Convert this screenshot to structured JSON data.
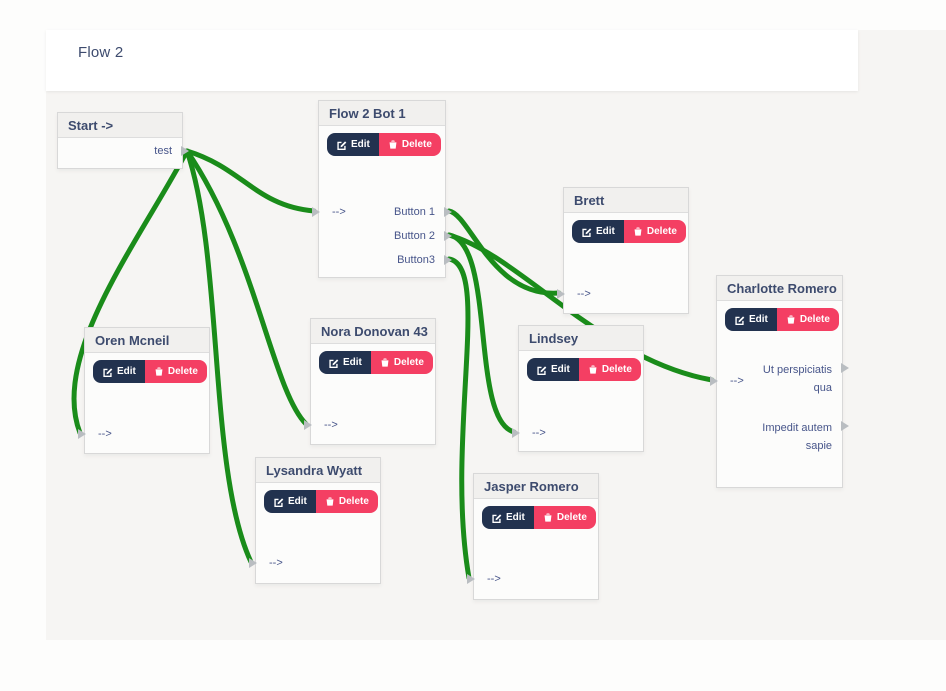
{
  "page": {
    "title": "Flow 2"
  },
  "colors": {
    "accent_navy": "#22324f",
    "accent_pink": "#f43f63",
    "connection_green": "#1a8c1a",
    "node_title": "#3d4b6e",
    "port_label": "#47558a"
  },
  "buttons": {
    "edit": "Edit",
    "delete": "Delete"
  },
  "ports": {
    "input_label": "-->"
  },
  "nodes": [
    {
      "id": "start",
      "title": "Start ->",
      "outputs": [
        {
          "label": "test"
        }
      ]
    },
    {
      "id": "flow-2-bot-1",
      "title": "Flow 2 Bot 1",
      "input_label": "-->",
      "outputs": [
        {
          "label": "Button 1"
        },
        {
          "label": "Button 2"
        },
        {
          "label": "Button3"
        }
      ]
    },
    {
      "id": "brett",
      "title": "Brett",
      "input_label": "-->",
      "outputs": []
    },
    {
      "id": "charlotte-romero",
      "title": "Charlotte Romero",
      "input_label": "-->",
      "outputs": [
        {
          "label": "Ut perspiciatis qua"
        },
        {
          "label": "Impedit autem sapie"
        }
      ]
    },
    {
      "id": "oren-mcneil",
      "title": "Oren Mcneil",
      "input_label": "-->",
      "outputs": []
    },
    {
      "id": "nora-donovan-43",
      "title": "Nora Donovan 43",
      "input_label": "-->",
      "outputs": []
    },
    {
      "id": "lindsey",
      "title": "Lindsey",
      "input_label": "-->",
      "outputs": []
    },
    {
      "id": "lysandra-wyatt",
      "title": "Lysandra Wyatt",
      "input_label": "-->",
      "outputs": []
    },
    {
      "id": "jasper-romero",
      "title": "Jasper Romero",
      "input_label": "-->",
      "outputs": []
    }
  ],
  "connections": [
    {
      "from": "Start -> . test",
      "to": "Flow 2 Bot 1"
    },
    {
      "from": "Start -> . test",
      "to": "Oren Mcneil"
    },
    {
      "from": "Start -> . test",
      "to": "Lysandra Wyatt"
    },
    {
      "from": "Start -> . test",
      "to": "Nora Donovan 43"
    },
    {
      "from": "Flow 2 Bot 1 . Button 1",
      "to": "Brett"
    },
    {
      "from": "Flow 2 Bot 1 . Button 2",
      "to": "Charlotte Romero"
    },
    {
      "from": "Flow 2 Bot 1 . Button 2",
      "to": "Lindsey"
    },
    {
      "from": "Flow 2 Bot 1 . Button3",
      "to": "Jasper Romero"
    }
  ]
}
